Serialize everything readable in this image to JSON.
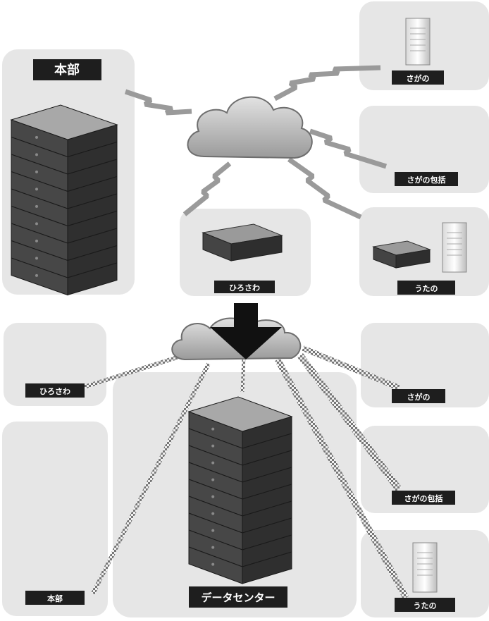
{
  "colors": {
    "panel": "#e6e6e6",
    "label_bg": "#1e1e1e",
    "label_fg": "#ffffff",
    "arrow": "#111111",
    "link": "#9a9a9a",
    "cloud": "#bdbdbd"
  },
  "before": {
    "honbu": "本部",
    "sagano": "さがの",
    "sagano_houkatsu": "さがの包括",
    "hirosawa": "ひろさわ",
    "utano": "うたの"
  },
  "after": {
    "hirosawa": "ひろさわ",
    "honbu": "本部",
    "datacenter": "データセンター",
    "sagano": "さがの",
    "sagano_houkatsu": "さがの包括",
    "utano": "うたの"
  }
}
